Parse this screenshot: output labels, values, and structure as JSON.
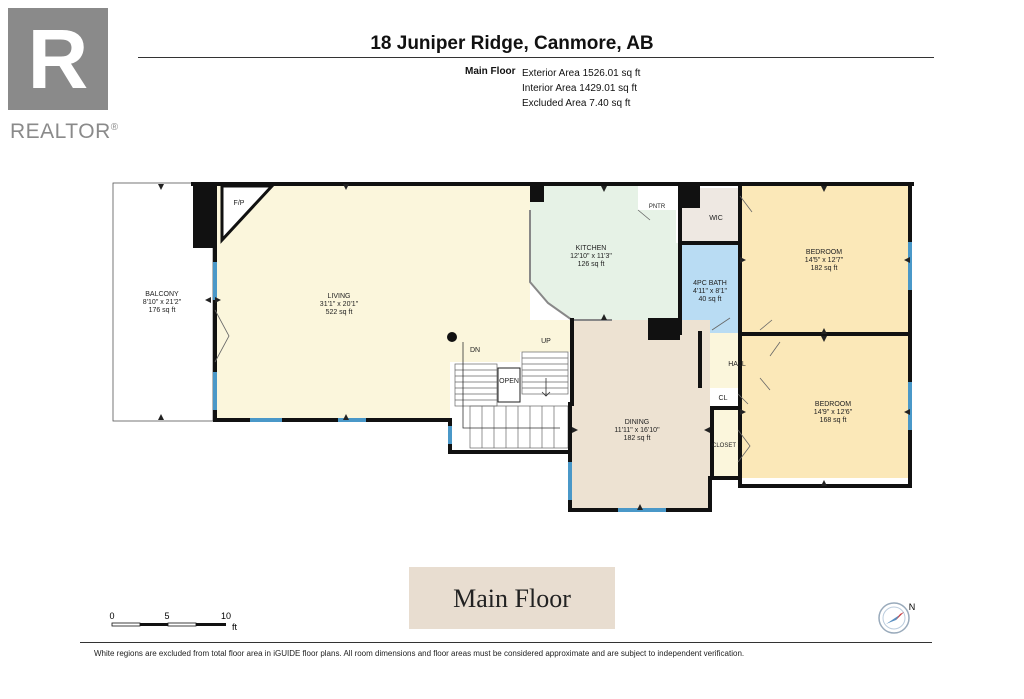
{
  "brand": {
    "logo_letter": "R",
    "logo_text": "REALTOR",
    "logo_mark": "®",
    "color": "#8a8a8a"
  },
  "title": "18 Juniper Ridge, Canmore, AB",
  "areas": {
    "floor_label": "Main Floor",
    "exterior": "Exterior Area 1526.01 sq ft",
    "interior": "Interior Area 1429.01 sq ft",
    "excluded": "Excluded Area 7.40 sq ft"
  },
  "rooms": {
    "balcony": {
      "name": "BALCONY",
      "dims": "8'10\" x 21'2\"",
      "area": "176 sq ft"
    },
    "fp": {
      "name": "F/P"
    },
    "living": {
      "name": "LIVING",
      "dims": "31'1\" x 20'1\"",
      "area": "522 sq ft"
    },
    "kitchen": {
      "name": "KITCHEN",
      "dims": "12'10\" x 11'3\"",
      "area": "126 sq ft"
    },
    "pntr": {
      "name": "PNTR"
    },
    "wic": {
      "name": "WIC"
    },
    "bath": {
      "name": "4PC BATH",
      "dims": "4'11\" x 8'1\"",
      "area": "40 sq ft"
    },
    "bedroom1": {
      "name": "BEDROOM",
      "dims": "14'5\" x 12'7\"",
      "area": "182 sq ft"
    },
    "hall": {
      "name": "HALL"
    },
    "cl": {
      "name": "CL"
    },
    "closet": {
      "name": "CLOSET"
    },
    "bedroom2": {
      "name": "BEDROOM",
      "dims": "14'9\" x 12'6\"",
      "area": "168 sq ft"
    },
    "dining": {
      "name": "DINING",
      "dims": "11'11\" x 16'10\"",
      "area": "182 sq ft"
    },
    "open": {
      "name": "OPEN"
    },
    "dn": {
      "name": "DN"
    },
    "up": {
      "name": "UP"
    }
  },
  "colors": {
    "living": "#fbf6dc",
    "kitchen": "#e6f2e6",
    "bath": "#b9dcf3",
    "bedroom": "#fbe8b8",
    "dining": "#ede2d2",
    "hall": "#fbf6dc",
    "wic": "#eee8e2",
    "window": "#4a98c8",
    "wall": "#111111"
  },
  "legend": "Main Floor",
  "scale": {
    "labels": [
      "0",
      "5",
      "10"
    ],
    "unit": "ft"
  },
  "compass": {
    "label": "N",
    "icon": "compass-icon"
  },
  "disclaimer": "White regions are excluded from total floor area in iGUIDE floor plans. All room dimensions and floor areas must be considered approximate and are subject to independent verification."
}
